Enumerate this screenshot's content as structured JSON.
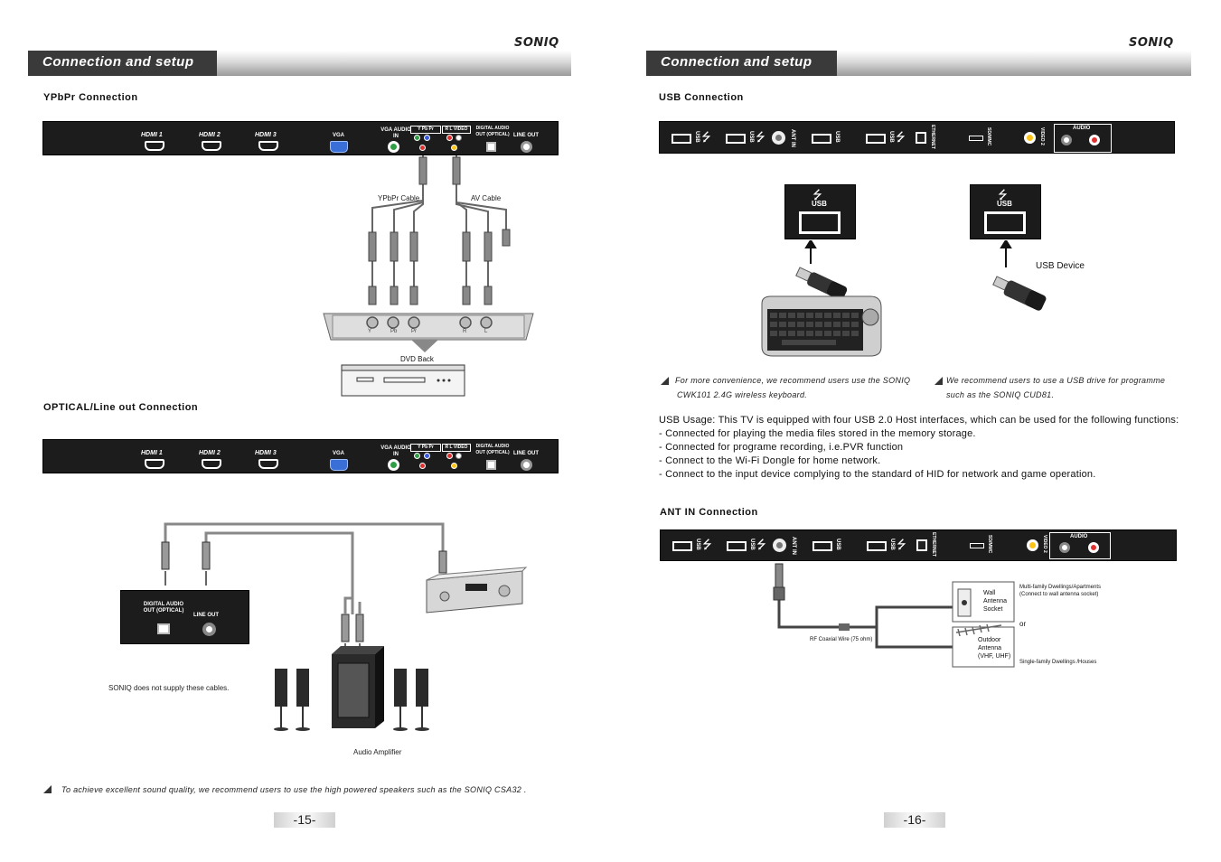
{
  "brand": "SONIQ",
  "left_page": {
    "title": "Connection and setup",
    "ypbpr_heading": "YPbPr Connection",
    "optical_heading": "OPTICAL/Line out Connection",
    "panel_labels": {
      "hdmi1": "HDMI 1",
      "hdmi2": "HDMI 2",
      "hdmi3": "HDMI 3",
      "vga": "VGA",
      "vga_audio_in": "VGA AUDIO IN",
      "component": "Y Pb Pr",
      "av": "R L VIDEO",
      "digital_audio_out": "DIGITAL AUDIO OUT (OPTICAL)",
      "line_out": "LINE OUT"
    },
    "ypbpr_cable": "YPbPr Cable",
    "av_cable": "AV Cable",
    "dvd_ports": [
      "Y",
      "Pb",
      "Pr",
      "R",
      "L"
    ],
    "dvd_back": "DVD Back",
    "optical_box_labels": {
      "digital_audio_out": "DIGITAL AUDIO OUT (OPTICAL)",
      "line_out": "LINE OUT"
    },
    "no_cables_note": "SONIQ does not supply these cables.",
    "amplifier_label": "Audio Amplifier",
    "tip": "To achieve excellent sound quality, we recommend users to use the high powered speakers such as the SONIQ CSA32 .",
    "page_number": "-15-"
  },
  "right_page": {
    "title": "Connection and setup",
    "usb_heading": "USB Connection",
    "ant_heading": "ANT IN Connection",
    "panel_labels": {
      "usb": "USB",
      "ant_in": "ANT IN",
      "ethernet": "ETHERNET",
      "sd_mmc": "SD/MMC",
      "video2": "VIDEO 2",
      "audio": "AUDIO"
    },
    "usb_box_label": "USB",
    "usb_device": "USB Device",
    "keyboard_note_1": "For more convenience, we recommend users use the SONIQ",
    "keyboard_note_2": "CWK101 2.4G wireless keyboard.",
    "drive_note_1": "We recommend users to use a USB drive for programme",
    "drive_note_2": "such as the SONIQ CUD81.",
    "usb_usage": [
      "USB Usage: This TV is equipped with four USB 2.0 Host interfaces, which can be used for the following functions:",
      "- Connected for playing the media files stored in the memory storage.",
      "- Connected for programe recording, i.e.PVR function",
      "- Connect to the Wi-Fi Dongle for home network.",
      "- Connect to the input device complying to the standard of HID for network and game operation."
    ],
    "wall_socket": "Wall Antenna Socket",
    "outdoor_antenna": "Outdoor Antenna (VHF, UHF)",
    "multi_family": "Multi-family Dwellings/Apartments",
    "multi_family_sub": "(Connect to wall antenna socket)",
    "or": "or",
    "single_family": "Single-family Dwellings /Houses",
    "coax": "RF Coaxial Wire (75 ohm)",
    "page_number": "-16-"
  }
}
